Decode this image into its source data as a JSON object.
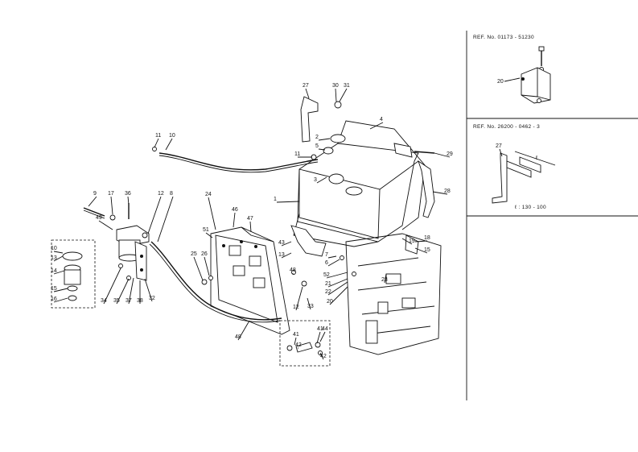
{
  "diagram": {
    "part_labels": [
      "27",
      "30",
      "31",
      "4",
      "2",
      "5",
      "11",
      "3",
      "29",
      "28",
      "1",
      "11",
      "10",
      "24",
      "46",
      "47",
      "51",
      "9",
      "17",
      "36",
      "12",
      "8",
      "43",
      "13",
      "19",
      "18",
      "15",
      "7",
      "6",
      "52",
      "21",
      "22",
      "20",
      "23",
      "25",
      "26",
      "48",
      "12",
      "33",
      "41",
      "42",
      "41",
      "44",
      "42",
      "48",
      "34",
      "35",
      "37",
      "38",
      "32",
      "13",
      "14",
      "15",
      "16",
      "49",
      "10"
    ]
  },
  "ref_box_1": {
    "title": "REF. No. 01173 - 51230",
    "labels": [
      "20"
    ]
  },
  "ref_box_2": {
    "title": "REF. No. 26200 - 0462 - 3",
    "labels": [
      "27",
      "ℓ"
    ],
    "dimension": "ℓ : 130 - 100"
  }
}
